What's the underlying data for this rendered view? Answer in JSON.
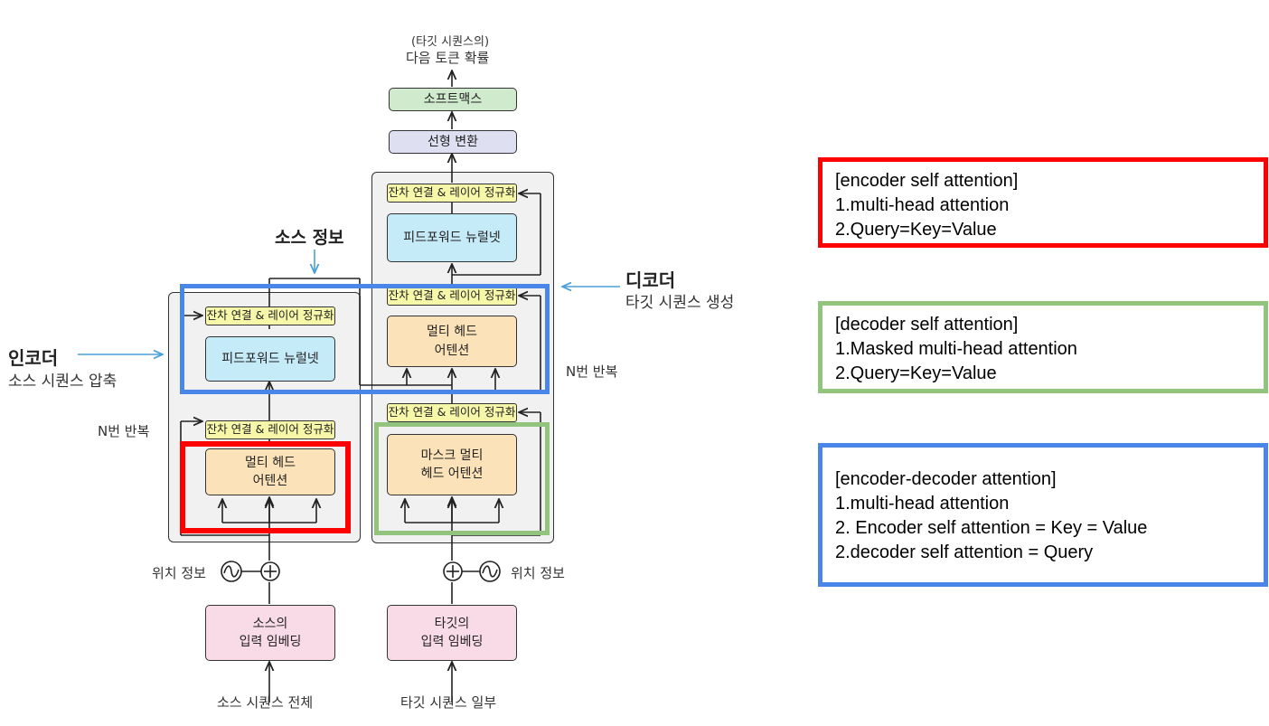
{
  "diagram": {
    "output_label_1": "(타깃 시퀀스의)",
    "output_label_2": "다음 토큰 확률",
    "softmax": "소프트맥스",
    "linear": "선형 변환",
    "norm": "잔차 연결 & 레이어 정규화",
    "ffn": "피드포워드 뉴럴넷",
    "mha_line1": "멀티 헤드",
    "mha_line2": "어텐션",
    "masked_line1": "마스크 멀티",
    "masked_line2": "헤드 어텐션",
    "source_info": "소스 정보",
    "encoder_title": "인코더",
    "encoder_sub": "소스 시퀀스 압축",
    "decoder_title": "디코더",
    "decoder_sub": "타깃 시퀀스 생성",
    "n_repeat": "N번 반복",
    "position_info": "위치 정보",
    "src_emb_line1": "소스의",
    "src_emb_line2": "입력 임베딩",
    "tgt_emb_line1": "타깃의",
    "tgt_emb_line2": "입력 임베딩",
    "src_input": "소스 시퀀스 전체",
    "tgt_input": "타깃 시퀀스 일부"
  },
  "annotations": [
    {
      "title": "[encoder self attention]",
      "lines": [
        "1.multi-head  attention",
        "2.Query=Key=Value"
      ],
      "color": "#ff0000"
    },
    {
      "title": "[decoder self attention]",
      "lines": [
        "1.Masked multi-head  attention",
        "2.Query=Key=Value"
      ],
      "color": "#93c47d"
    },
    {
      "title": "[encoder-decoder attention]",
      "lines": [
        "1.multi-head  attention",
        "2. Encoder self attention = Key = Value",
        "2.decoder self attention = Query"
      ],
      "color": "#4a86e8"
    }
  ],
  "colors": {
    "red": "#ff0000",
    "green": "#93c47d",
    "blue": "#4a86e8",
    "pointer": "#4a9fd8"
  }
}
